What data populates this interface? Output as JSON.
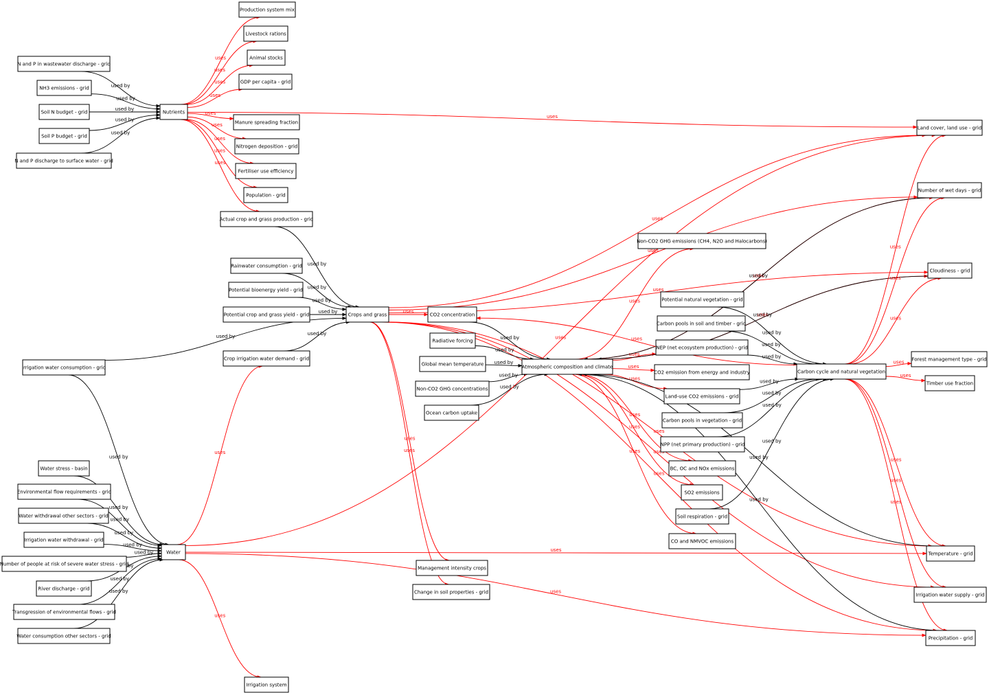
{
  "colors": {
    "uses": "#ff0000",
    "used_by": "#000000"
  },
  "nodes": {
    "production_mix": "Production system mix",
    "livestock_rations": "Livestock rations",
    "animal_stocks": "Animal stocks",
    "gdp": "GDP per capita - grid",
    "np_wastewater": "N and P in wastewater discharge - grid",
    "nh3": "NH3 emissions - grid",
    "soil_n": "Soil N budget - grid",
    "soil_p": "Soil P budget - grid",
    "np_surface": "N and P discharge to surface water - grid",
    "nutrients": "Nutrients",
    "manure": "Manure spreading fraction",
    "n_deposition": "Nitrogen deposition - grid",
    "fertiliser": "Fertiliser use efficiency",
    "population": "Population - grid",
    "actual_crop": "Actual crop and grass production - grid",
    "rainwater": "Rainwater consumption - grid",
    "bioenergy": "Potential bioenergy yield - grid",
    "potential_crop": "Potential crop and grass yield - grid",
    "crops": "Crops and grass",
    "crop_irr_demand": "Crop irrigation water demand - grid",
    "irr_consumption": "Irrigation water consumption - grid",
    "co2_conc": "CO2 concentration",
    "radiative": "Radiative forcing",
    "gmt": "Global mean temperature",
    "nonco2_conc": "Non-CO2 GHG concentrations",
    "ocean": "Ocean carbon uptake",
    "atmos": "Atmospheric composition and climate",
    "nonco2_ghg": "Non-CO2 GHG emissions (CH4, N2O and Halocarbons)",
    "pnv": "Potential natural vegetation - grid",
    "cpools_soil": "Carbon pools in soil and timber - grid",
    "nep": "NEP (net ecosystem production) - grid",
    "co2_energy": "CO2 emission from energy and industry",
    "landuse_co2": "Land-use CO2 emissions - grid",
    "cpools_veg": "Carbon pools in vegetation - grid",
    "npp": "NPP (net primary production) - grid",
    "bc_oc": "BC, OC and NOx emissions",
    "so2": "SO2 emissions",
    "soil_resp": "Soil respiration - grid",
    "co_nmvoc": "CO and NMVOC emissions",
    "carbon_cycle": "Carbon cycle and natural vegetation",
    "landcover": "Land cover, land use - grid",
    "wetdays": "Number of wet days - grid",
    "cloudiness": "Cloudiness - grid",
    "forest_mgmt": "Forest management type - grid",
    "timber": "Timber use fraction",
    "temperature": "Temperature - grid",
    "irr_supply": "Irrigation water supply - grid",
    "precipitation": "Precipitation - grid",
    "mgmt_intensity": "Management intensity crops",
    "soil_props": "Change in soil properties - grid",
    "water_stress": "Water stress - basin",
    "env_flow": "Environmental flow requirements - grid",
    "withdrawal_other": "Water withdrawal other sectors - grid",
    "irr_withdrawal": "Irrigation water withdrawal - grid",
    "people_risk": "Number of people at risk of severe water stress - grid",
    "river": "River discharge - grid",
    "transgression": "Transgression of environmental flows - grid",
    "consumption_other": "Water consumption other sectors - grid",
    "water": "Water",
    "irr_system": "Irrigation system"
  },
  "edge_labels": {
    "uses": "uses",
    "used_by": "used by"
  },
  "edges": [
    {
      "from": "nutrients",
      "to": "production_mix",
      "type": "uses"
    },
    {
      "from": "nutrients",
      "to": "livestock_rations",
      "type": "uses"
    },
    {
      "from": "nutrients",
      "to": "animal_stocks",
      "type": "uses"
    },
    {
      "from": "nutrients",
      "to": "gdp",
      "type": "uses"
    },
    {
      "from": "nutrients",
      "to": "manure",
      "type": "uses"
    },
    {
      "from": "nutrients",
      "to": "n_deposition",
      "type": "uses"
    },
    {
      "from": "nutrients",
      "to": "fertiliser",
      "type": "uses"
    },
    {
      "from": "nutrients",
      "to": "population",
      "type": "uses"
    },
    {
      "from": "nutrients",
      "to": "actual_crop",
      "type": "uses"
    },
    {
      "from": "nutrients",
      "to": "landcover",
      "type": "uses"
    },
    {
      "from": "np_wastewater",
      "to": "nutrients",
      "type": "used_by"
    },
    {
      "from": "nh3",
      "to": "nutrients",
      "type": "used_by"
    },
    {
      "from": "soil_n",
      "to": "nutrients",
      "type": "used_by"
    },
    {
      "from": "soil_p",
      "to": "nutrients",
      "type": "used_by"
    },
    {
      "from": "np_surface",
      "to": "nutrients",
      "type": "used_by"
    },
    {
      "from": "actual_crop",
      "to": "crops",
      "type": "used_by"
    },
    {
      "from": "rainwater",
      "to": "crops",
      "type": "used_by"
    },
    {
      "from": "bioenergy",
      "to": "crops",
      "type": "used_by"
    },
    {
      "from": "potential_crop",
      "to": "crops",
      "type": "used_by"
    },
    {
      "from": "crop_irr_demand",
      "to": "crops",
      "type": "used_by"
    },
    {
      "from": "irr_consumption",
      "to": "crops",
      "type": "used_by"
    },
    {
      "from": "irr_consumption",
      "to": "water",
      "type": "used_by"
    },
    {
      "from": "crops",
      "to": "co2_conc",
      "type": "uses"
    },
    {
      "from": "crops",
      "to": "landcover",
      "type": "uses"
    },
    {
      "from": "crops",
      "to": "wetdays",
      "type": "uses"
    },
    {
      "from": "crops",
      "to": "cloudiness",
      "type": "uses"
    },
    {
      "from": "crops",
      "to": "temperature",
      "type": "uses"
    },
    {
      "from": "crops",
      "to": "mgmt_intensity",
      "type": "uses"
    },
    {
      "from": "crops",
      "to": "soil_props",
      "type": "uses"
    },
    {
      "from": "crops",
      "to": "irr_supply",
      "type": "uses"
    },
    {
      "from": "crops",
      "to": "precipitation",
      "type": "uses"
    },
    {
      "from": "co2_conc",
      "to": "atmos",
      "type": "used_by"
    },
    {
      "from": "radiative",
      "to": "atmos",
      "type": "used_by"
    },
    {
      "from": "gmt",
      "to": "atmos",
      "type": "used_by"
    },
    {
      "from": "nonco2_conc",
      "to": "atmos",
      "type": "used_by"
    },
    {
      "from": "ocean",
      "to": "atmos",
      "type": "used_by"
    },
    {
      "from": "atmos",
      "to": "nonco2_ghg",
      "type": "uses"
    },
    {
      "from": "atmos",
      "to": "nep",
      "type": "uses"
    },
    {
      "from": "atmos",
      "to": "co2_energy",
      "type": "uses"
    },
    {
      "from": "atmos",
      "to": "landuse_co2",
      "type": "uses"
    },
    {
      "from": "atmos",
      "to": "bc_oc",
      "type": "uses"
    },
    {
      "from": "atmos",
      "to": "so2",
      "type": "uses"
    },
    {
      "from": "atmos",
      "to": "co_nmvoc",
      "type": "uses"
    },
    {
      "from": "atmos",
      "to": "cloudiness",
      "type": "uses"
    },
    {
      "from": "atmos",
      "to": "wetdays",
      "type": "uses"
    },
    {
      "from": "wetdays",
      "to": "atmos",
      "type": "used_by"
    },
    {
      "from": "cloudiness",
      "to": "atmos",
      "type": "used_by"
    },
    {
      "from": "temperature",
      "to": "atmos",
      "type": "used_by"
    },
    {
      "from": "precipitation",
      "to": "atmos",
      "type": "used_by"
    },
    {
      "from": "pnv",
      "to": "carbon_cycle",
      "type": "used_by"
    },
    {
      "from": "cpools_soil",
      "to": "carbon_cycle",
      "type": "used_by"
    },
    {
      "from": "nep",
      "to": "carbon_cycle",
      "type": "used_by"
    },
    {
      "from": "landuse_co2",
      "to": "carbon_cycle",
      "type": "used_by"
    },
    {
      "from": "cpools_veg",
      "to": "carbon_cycle",
      "type": "used_by"
    },
    {
      "from": "npp",
      "to": "carbon_cycle",
      "type": "used_by"
    },
    {
      "from": "soil_resp",
      "to": "carbon_cycle",
      "type": "used_by"
    },
    {
      "from": "carbon_cycle",
      "to": "landcover",
      "type": "uses"
    },
    {
      "from": "carbon_cycle",
      "to": "wetdays",
      "type": "uses"
    },
    {
      "from": "carbon_cycle",
      "to": "cloudiness",
      "type": "uses"
    },
    {
      "from": "carbon_cycle",
      "to": "forest_mgmt",
      "type": "uses"
    },
    {
      "from": "carbon_cycle",
      "to": "timber",
      "type": "uses"
    },
    {
      "from": "carbon_cycle",
      "to": "temperature",
      "type": "uses"
    },
    {
      "from": "carbon_cycle",
      "to": "irr_supply",
      "type": "uses"
    },
    {
      "from": "carbon_cycle",
      "to": "precipitation",
      "type": "uses"
    },
    {
      "from": "carbon_cycle",
      "to": "co2_conc",
      "type": "uses"
    },
    {
      "from": "water_stress",
      "to": "water",
      "type": "used_by"
    },
    {
      "from": "env_flow",
      "to": "water",
      "type": "used_by"
    },
    {
      "from": "withdrawal_other",
      "to": "water",
      "type": "used_by"
    },
    {
      "from": "irr_withdrawal",
      "to": "water",
      "type": "used_by"
    },
    {
      "from": "people_risk",
      "to": "water",
      "type": "used_by"
    },
    {
      "from": "river",
      "to": "water",
      "type": "used_by"
    },
    {
      "from": "transgression",
      "to": "water",
      "type": "used_by"
    },
    {
      "from": "consumption_other",
      "to": "water",
      "type": "used_by"
    },
    {
      "from": "water",
      "to": "crop_irr_demand",
      "type": "uses"
    },
    {
      "from": "water",
      "to": "landcover",
      "type": "uses"
    },
    {
      "from": "water",
      "to": "temperature",
      "type": "uses"
    },
    {
      "from": "water",
      "to": "precipitation",
      "type": "uses"
    },
    {
      "from": "water",
      "to": "irr_system",
      "type": "uses"
    }
  ]
}
